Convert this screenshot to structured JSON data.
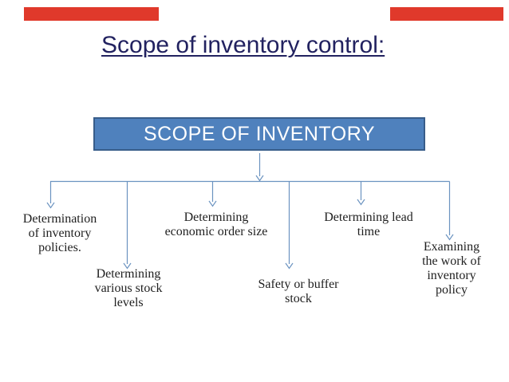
{
  "slide": {
    "title": "Scope of inventory control:",
    "accent_color": "#e0392b",
    "title_color": "#222260",
    "connector_color": "#6b93c0",
    "root_box": {
      "label": "SCOPE OF INVENTORY",
      "fill": "#4f81bd",
      "border_color": "#385d8a",
      "text_color": "#ffffff"
    },
    "nodes": [
      {
        "label": "Determination\nof inventory\npolicies."
      },
      {
        "label": "Determining\nvarious stock\nlevels"
      },
      {
        "label": "Determining\neconomic order size"
      },
      {
        "label": "Safety or buffer\nstock"
      },
      {
        "label": "Determining lead\ntime"
      },
      {
        "label": "Examining\nthe work of\ninventory\npolicy"
      }
    ]
  }
}
